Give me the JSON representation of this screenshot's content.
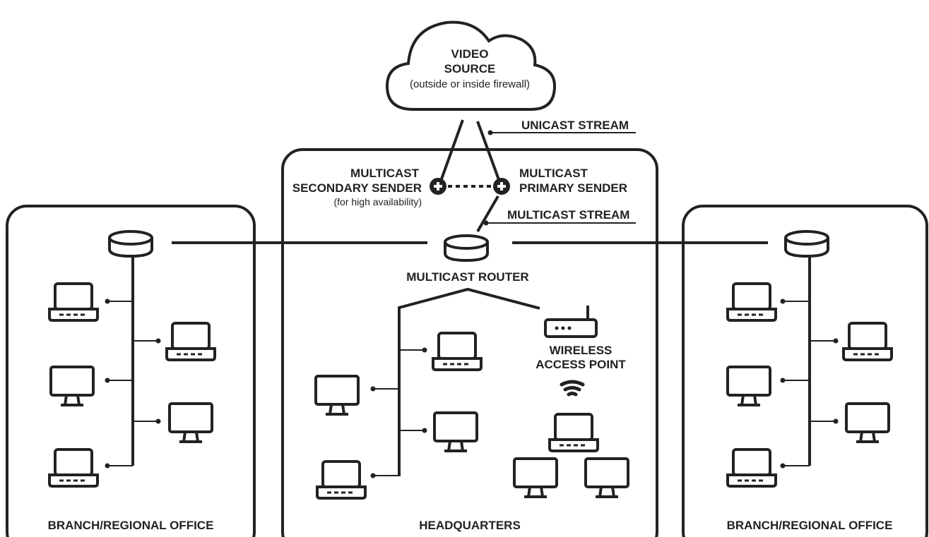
{
  "cloud": {
    "line1": "VIDEO",
    "line2": "SOURCE",
    "line3": "(outside or inside firewall)"
  },
  "callouts": {
    "unicast": "UNICAST STREAM",
    "multicast": "MULTICAST STREAM"
  },
  "senders": {
    "secondary_line1": "MULTICAST",
    "secondary_line2": "SECONDARY SENDER",
    "secondary_note": "(for high availability)",
    "primary_line1": "MULTICAST",
    "primary_line2": "PRIMARY SENDER"
  },
  "router_label": "MULTICAST ROUTER",
  "wireless": {
    "line1": "WIRELESS",
    "line2": "ACCESS POINT"
  },
  "zones": {
    "left": "BRANCH/REGIONAL OFFICE",
    "center": "HEADQUARTERS",
    "right": "BRANCH/REGIONAL OFFICE"
  },
  "icons": [
    "cloud-icon",
    "router-icon",
    "laptop-icon",
    "monitor-icon",
    "wifi-router-icon",
    "wifi-signal-icon",
    "plus-node-icon"
  ],
  "colors": {
    "stroke": "#222222",
    "background": "#ffffff"
  }
}
